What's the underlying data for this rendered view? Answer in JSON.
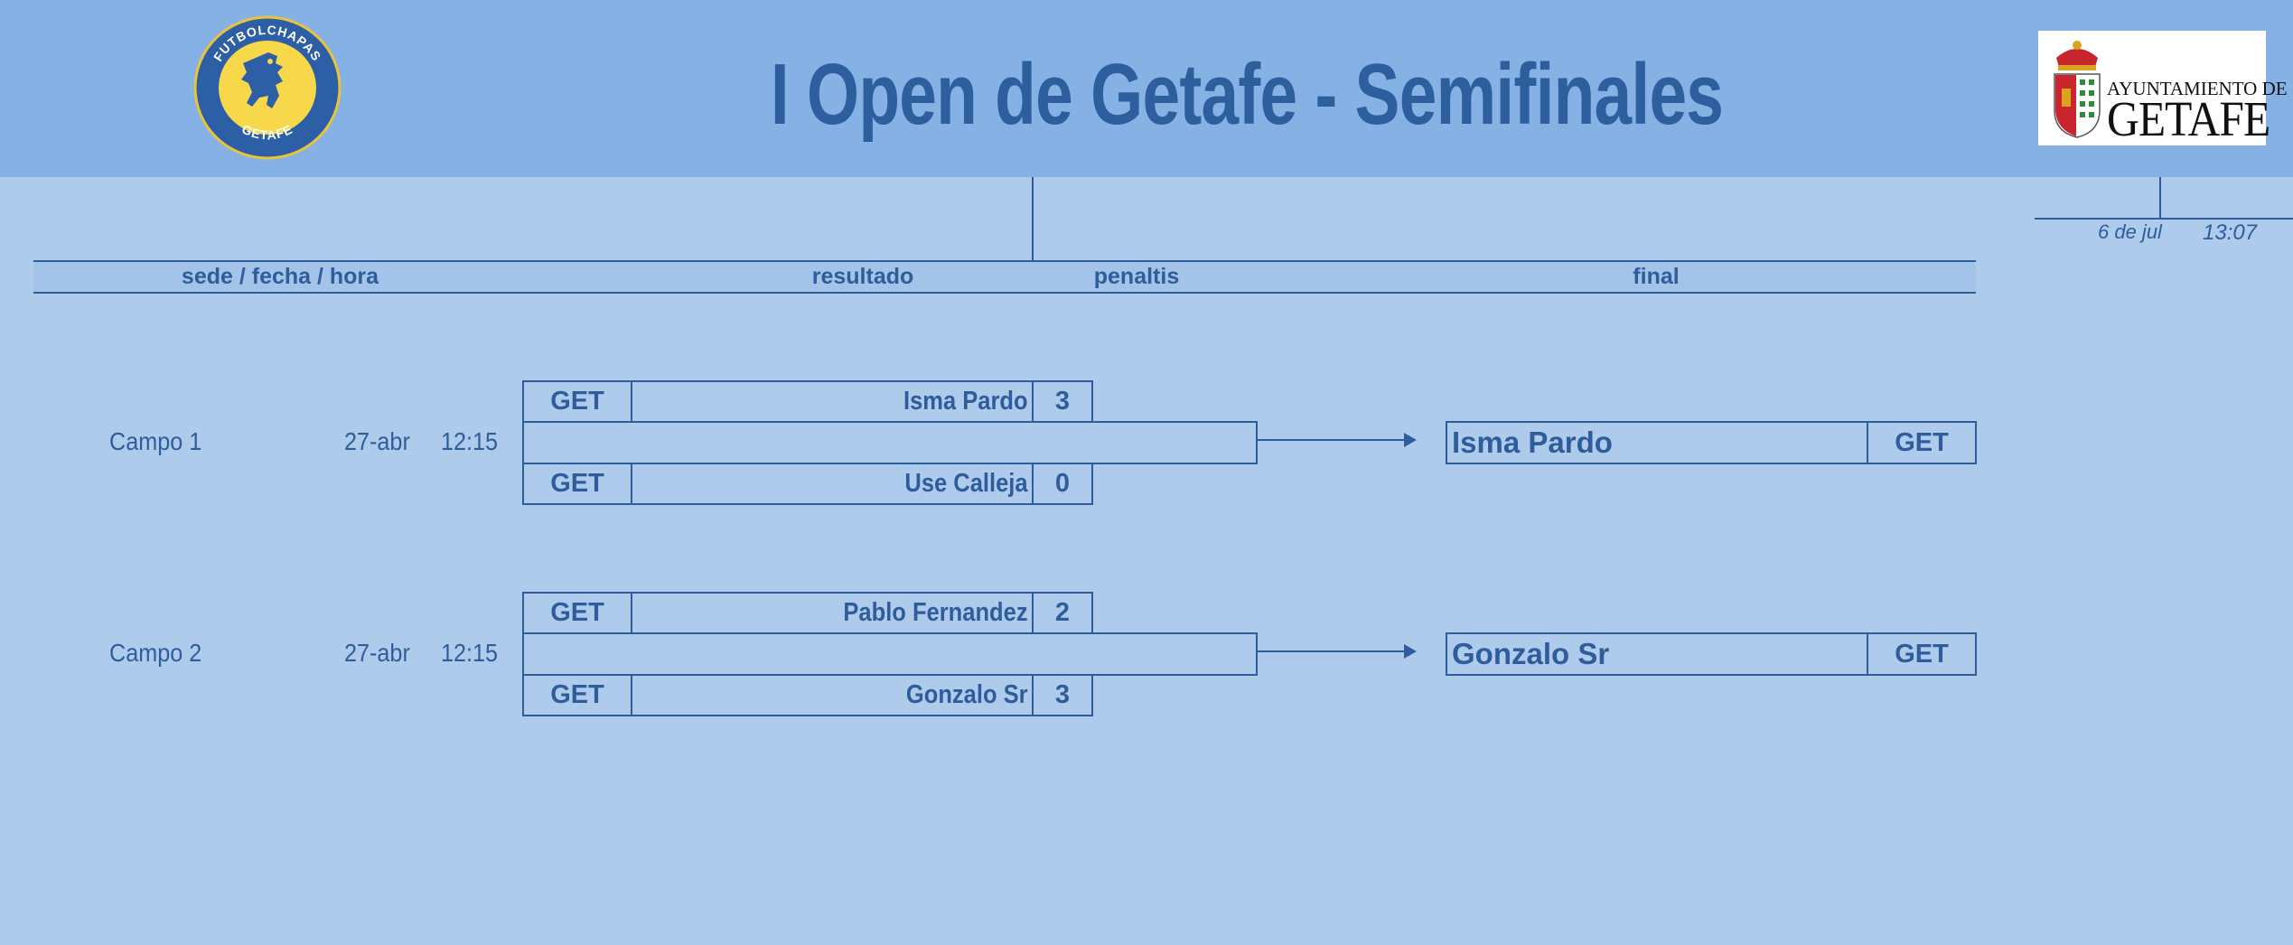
{
  "title": "I Open de Getafe - Semifinales",
  "club_logo": {
    "text_top": "FUTBOLCHAPAS",
    "text_bottom": "GETAFE",
    "icon": "lion-rampant-icon"
  },
  "town_logo": {
    "text_top": "AYUNTAMIENTO DE",
    "text_name": "GETAFE",
    "icon": "coat-of-arms-icon"
  },
  "timestamp": {
    "date": "6 de jul",
    "time": "13:07"
  },
  "headers": {
    "venue": "sede / fecha / hora",
    "result": "resultado",
    "penalties": "penaltis",
    "final": "final"
  },
  "matches": [
    {
      "venue": "Campo 1",
      "date": "27-abr",
      "time": "12:15",
      "home": {
        "team": "GET",
        "player": "Isma Pardo",
        "score": "3"
      },
      "away": {
        "team": "GET",
        "player": "Use Calleja",
        "score": "0"
      },
      "winner": {
        "player": "Isma Pardo",
        "team": "GET"
      }
    },
    {
      "venue": "Campo 2",
      "date": "27-abr",
      "time": "12:15",
      "home": {
        "team": "GET",
        "player": "Pablo Fernandez",
        "score": "2"
      },
      "away": {
        "team": "GET",
        "player": "Gonzalo Sr",
        "score": "3"
      },
      "winner": {
        "player": "Gonzalo Sr",
        "team": "GET"
      }
    }
  ],
  "colors": {
    "background": "#aecbeb",
    "banner": "#86b1e4",
    "accent": "#2f5d9c",
    "logo_yellow": "#f7d84a",
    "logo_blue": "#2d5fa6"
  }
}
